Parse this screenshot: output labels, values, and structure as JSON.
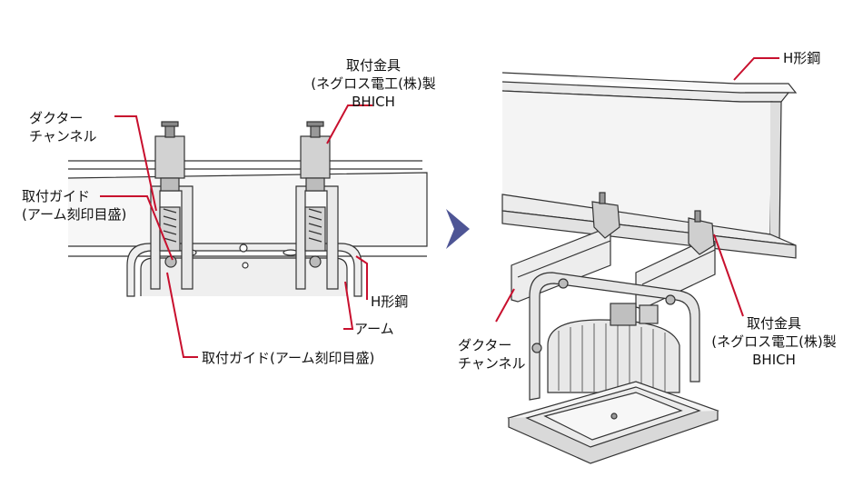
{
  "left_figure": {
    "bracket_label": [
      "取付金具",
      "(ネグロス電工(株)製",
      "BHICH"
    ],
    "duct_channel_label": [
      "ダクター",
      "チャンネル"
    ],
    "guide_label": [
      "取付ガイド",
      "(アーム刻印目盛)"
    ],
    "beam_label": "H形鋼",
    "arm_label": "アーム",
    "guide_label_bottom": "取付ガイド(アーム刻印目盛)"
  },
  "right_figure": {
    "beam_label": "H形鋼",
    "duct_channel_label": [
      "ダクター",
      "チャンネル"
    ],
    "bracket_label": [
      "取付金具",
      "(ネグロス電工(株)製",
      "BHICH"
    ]
  },
  "colors": {
    "leader": "#c8102e",
    "arrow": "#4e5595",
    "outline": "#333333",
    "fill_light": "#f2f2f2",
    "fill_mid": "#d6d6d6"
  }
}
